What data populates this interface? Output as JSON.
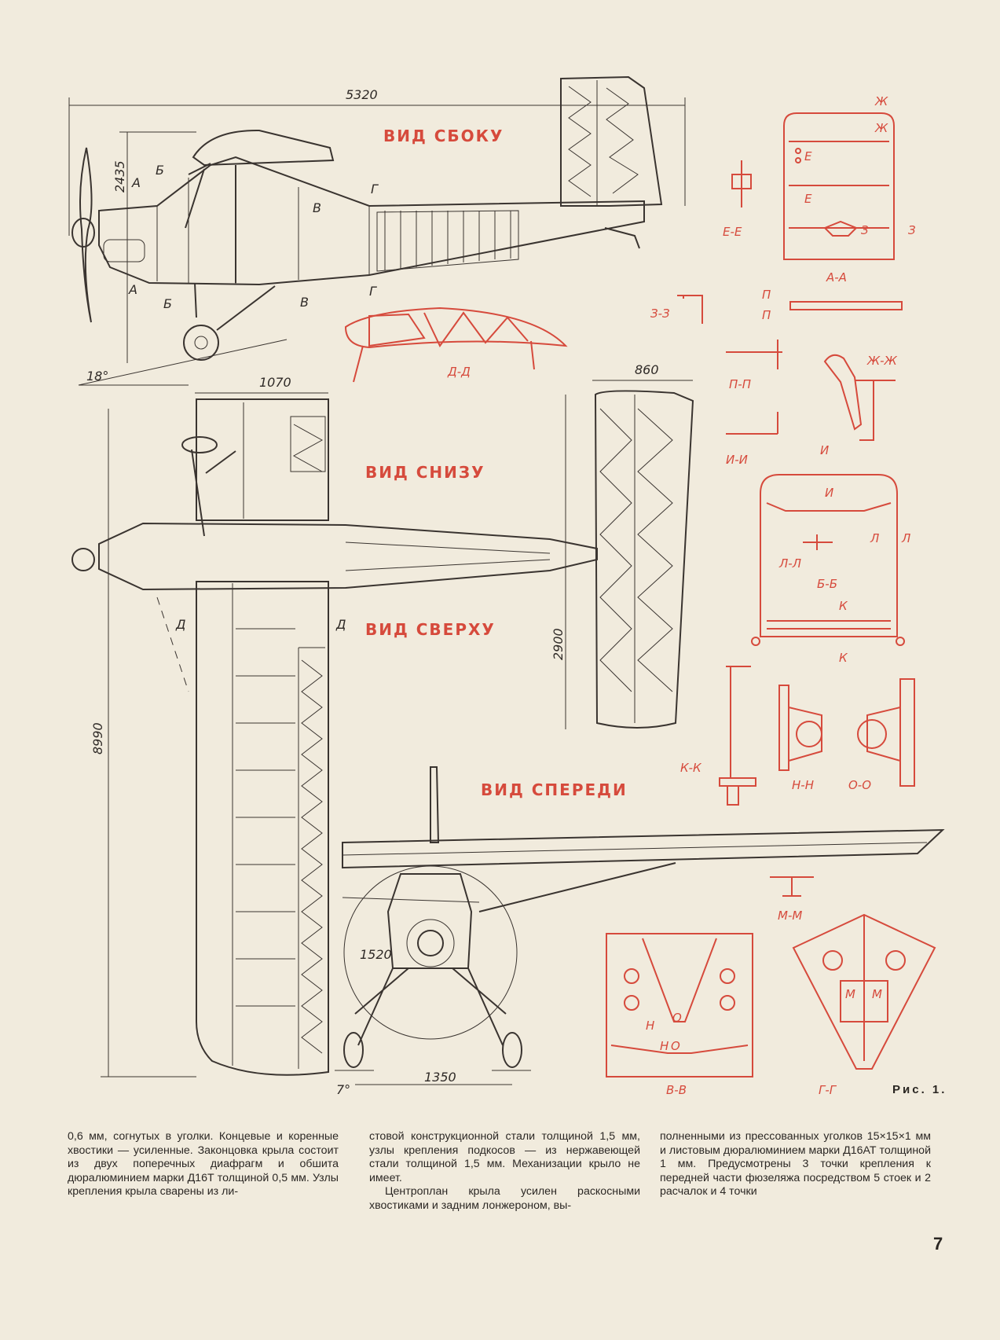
{
  "figure": {
    "views": {
      "side": "ВИД СБОКУ",
      "bottom": "ВИД СНИЗУ",
      "top": "ВИД СВЕРХУ",
      "front": "ВИД СПЕРЕДИ"
    },
    "dimensions": {
      "length": "5320",
      "height": "2435",
      "chord": "1070",
      "tail_chord": "860",
      "tail_span": "2900",
      "span": "8990",
      "prop": "1520",
      "track": "1350",
      "angle_ground": "18°",
      "angle_dihedral": "7°"
    },
    "section_labels": {
      "a": "А",
      "b": "Б",
      "v": "В",
      "g": "Г",
      "d": "Д",
      "e_e": "Е-Е",
      "z_z": "З-З",
      "d_d": "Д-Д",
      "a_a": "А-А",
      "p_p": "П-П",
      "zh_zh": "Ж-Ж",
      "i_i": "И-И",
      "l_l": "Л-Л",
      "b_b": "Б-Б",
      "k_k": "К-К",
      "n_n": "Н-Н",
      "o_o": "О-О",
      "m_m": "М-М",
      "v_v": "В-В",
      "g_g": "Г-Г",
      "e": "Е",
      "z": "З",
      "zh": "Ж",
      "p": "П",
      "i": "И",
      "l": "Л",
      "k": "К",
      "n": "Н",
      "o": "О",
      "m": "М"
    },
    "caption": "Рис. 1."
  },
  "text": {
    "col1": "0,6 мм, согнутых в уголки. Концевые и коренные хвостики — усиленные. Законцовка крыла состоит из двух поперечных диафрагм и обшита дюралюминием марки Д16Т толщиной 0,5 мм. Узлы крепления крыла сварены из ли-",
    "col2_p1": "стовой конструкционной стали толщиной 1,5 мм, узлы крепления подкосов — из нержавеющей стали толщиной 1,5 мм. Механизации крыло не имеет.",
    "col2_p2": "Центроплан крыла усилен раскосными хвостиками и задним лонжероном, вы-",
    "col3": "полненными из прессованных уголков 15×15×1 мм и листовым дюралюминием марки Д16АТ толщиной 1 мм. Предусмотрены 3 точки крепления к передней части фюзеляжа посредством 5 стоек и 2 расчалок и 4 точки"
  },
  "page_number": "7"
}
